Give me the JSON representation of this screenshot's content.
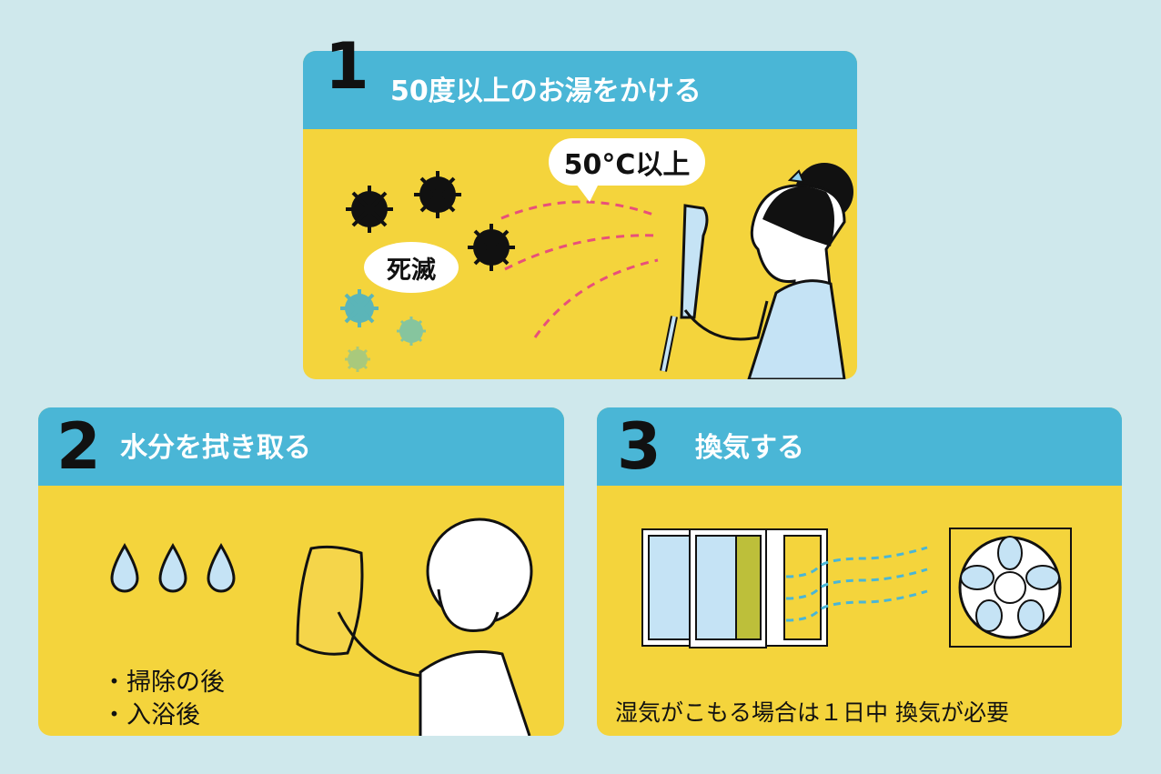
{
  "steps": [
    {
      "number": "1",
      "title": "50度以上のお湯をかける",
      "bubble_temp": "50°C以上",
      "bubble_result": "死滅"
    },
    {
      "number": "2",
      "title": "水分を拭き取る",
      "bullets": [
        "・掃除の後",
        "・入浴後"
      ]
    },
    {
      "number": "3",
      "title": "換気する",
      "caption": "湿気がこもる場合は１日中 換気が必要"
    }
  ],
  "colors": {
    "background": "#cfe8ec",
    "header": "#4ab6d6",
    "panel": "#f4d43c",
    "spray": "#e8507a",
    "air": "#4ab6d6"
  }
}
